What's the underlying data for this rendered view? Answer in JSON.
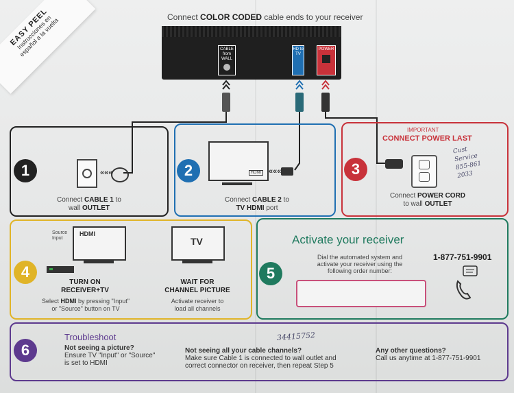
{
  "header": {
    "pre": "Connect ",
    "bold": "COLOR CODED",
    "post": " cable ends to your receiver"
  },
  "easy_peel": {
    "title": "EASY PEEL",
    "subtitle_1": "Instrucciones en",
    "subtitle_2": "español a la vuelta"
  },
  "receiver": {
    "port_cable": "CABLE from WALL",
    "port_hdmi": "HD to TV",
    "port_power": "POWER"
  },
  "step1": {
    "number": "1",
    "line1_pre": "Connect ",
    "line1_bold": "CABLE 1",
    "line1_post": " to",
    "line2_pre": "wall ",
    "line2_bold": "OUTLET"
  },
  "step2": {
    "number": "2",
    "hdmi_label": "HDMI",
    "line1_pre": "Connect ",
    "line1_bold": "CABLE 2",
    "line1_post": " to",
    "line2_bold": "TV HDMI",
    "line2_post": " port"
  },
  "step3": {
    "number": "3",
    "important": "IMPORTANT",
    "heading": "CONNECT POWER LAST",
    "line1_pre": "Connect ",
    "line1_bold": "POWER CORD",
    "line2_pre": "to wall ",
    "line2_bold": "OUTLET"
  },
  "step4": {
    "number": "4",
    "source_label_1": "Source",
    "source_label_2": "Input",
    "hdmi_screen": "HDMI",
    "left_title_1": "TURN ON",
    "left_title_2": "RECEIVER+TV",
    "left_body_1_pre": "Select ",
    "left_body_1_bold": "HDMI",
    "left_body_1_post": " by pressing \"Input\"",
    "left_body_2": "or \"Source\" button on TV",
    "tv_screen": "TV",
    "right_title_1": "WAIT FOR",
    "right_title_2": "CHANNEL PICTURE",
    "right_body_1": "Activate receiver to",
    "right_body_2": "load all channels"
  },
  "step5": {
    "number": "5",
    "title": "Activate your receiver",
    "body_1": "Dial the automated system and",
    "body_2": "activate your receiver using the",
    "body_3": "following order number:",
    "phone": "1-877-751-9901"
  },
  "step6": {
    "number": "6",
    "title": "Troubleshoot",
    "q1_title": "Not seeing a picture?",
    "q1_body_1": "Ensure TV \"Input\" or \"Source\"",
    "q1_body_2": "is set to HDMI",
    "q2_title": "Not seeing all your cable channels?",
    "q2_body_1": "Make sure Cable 1 is connected to wall outlet and",
    "q2_body_2": "correct connector on receiver, then repeat Step 5",
    "q3_title": "Any other questions?",
    "q3_body": "Call us anytime at 1-877-751-9901"
  },
  "handwriting": {
    "order_number": "34415752",
    "note_1": "Cust",
    "note_2": "Service",
    "note_3": "855-861",
    "note_4": "2033"
  },
  "colors": {
    "step1": "#222222",
    "step2": "#1f6fb2",
    "step3": "#c8323a",
    "step4": "#e0b428",
    "step5": "#1f7a5e",
    "step6": "#5d3a8e"
  }
}
